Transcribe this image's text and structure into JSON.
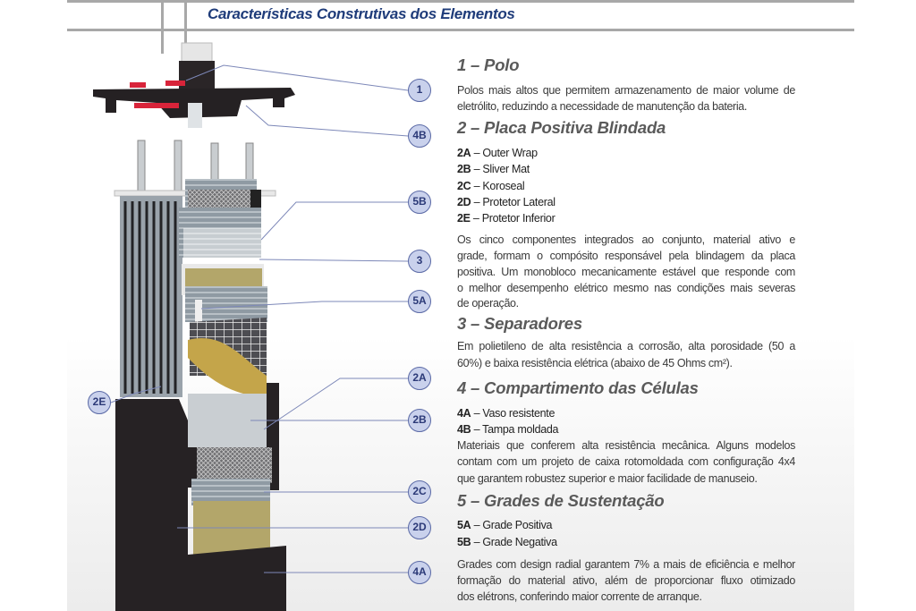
{
  "header": {
    "title": "Características Construtivas dos Elementos"
  },
  "callouts": {
    "c1": "1",
    "c4b": "4B",
    "c5b": "5B",
    "c3": "3",
    "c5a": "5A",
    "c2a": "2A",
    "c2b": "2B",
    "c2c": "2C",
    "c2d": "2D",
    "c4a": "4A",
    "c2e": "2E"
  },
  "sections": {
    "s1": {
      "heading": "1 – Polo",
      "lines": [
        "Polos mais altos que permitem armazenamento de maior volume de",
        "eletrólito, reduzindo a necessidade de manutenção da bateria."
      ]
    },
    "s2": {
      "heading": "2 – Placa Positiva Blindada",
      "items": [
        {
          "code": "2A",
          "label": " – Outer Wrap"
        },
        {
          "code": "2B",
          "label": " – Sliver Mat"
        },
        {
          "code": "2C",
          "label": " – Koroseal"
        },
        {
          "code": "2D",
          "label": " – Protetor Lateral"
        },
        {
          "code": "2E",
          "label": " – Protetor Inferior"
        }
      ],
      "lines": [
        "Os cinco componentes integrados ao conjunto, material ativo e",
        "grade, formam o compósito responsável pela blindagem da placa",
        "positiva. Um monobloco mecanicamente estável que responde com",
        "o melhor desempenho elétrico mesmo nas condições mais severas",
        "de operação."
      ]
    },
    "s3": {
      "heading": "3 – Separadores",
      "lines": [
        "Em polietileno de alta resistência a corrosão, alta porosidade (50 a",
        "60%) e baixa resistência elétrica (abaixo de 45 Ohms cm²)."
      ]
    },
    "s4": {
      "heading": "4 – Compartimento das Células",
      "items": [
        {
          "code": "4A",
          "label": " – Vaso resistente"
        },
        {
          "code": "4B",
          "label": " – Tampa moldada"
        }
      ],
      "lines": [
        "Materiais que conferem alta resistência mecânica. Alguns modelos",
        "contam com um projeto de caixa rotomoldada com configuração 4x4",
        "que garantem robustez superior e maior facilidade de manuseio."
      ]
    },
    "s5": {
      "heading": "5 – Grades de Sustentação",
      "items": [
        {
          "code": "5A",
          "label": " – Grade Positiva"
        },
        {
          "code": "5B",
          "label": " – Grade Negativa"
        }
      ],
      "lines": [
        "Grades com design radial garantem 7% a mais de eficiência e melhor",
        "formação do material ativo, além de proporcionar fluxo otimizado",
        "dos elétrons, conferindo maior corrente de arranque."
      ]
    }
  },
  "colors": {
    "title": "#1f3c7a",
    "callout_fill": "#c9d1ec",
    "callout_border": "#5b6aa6",
    "case": "#262224",
    "accent_red": "#d8243a",
    "wrap": "#b3a66a"
  }
}
